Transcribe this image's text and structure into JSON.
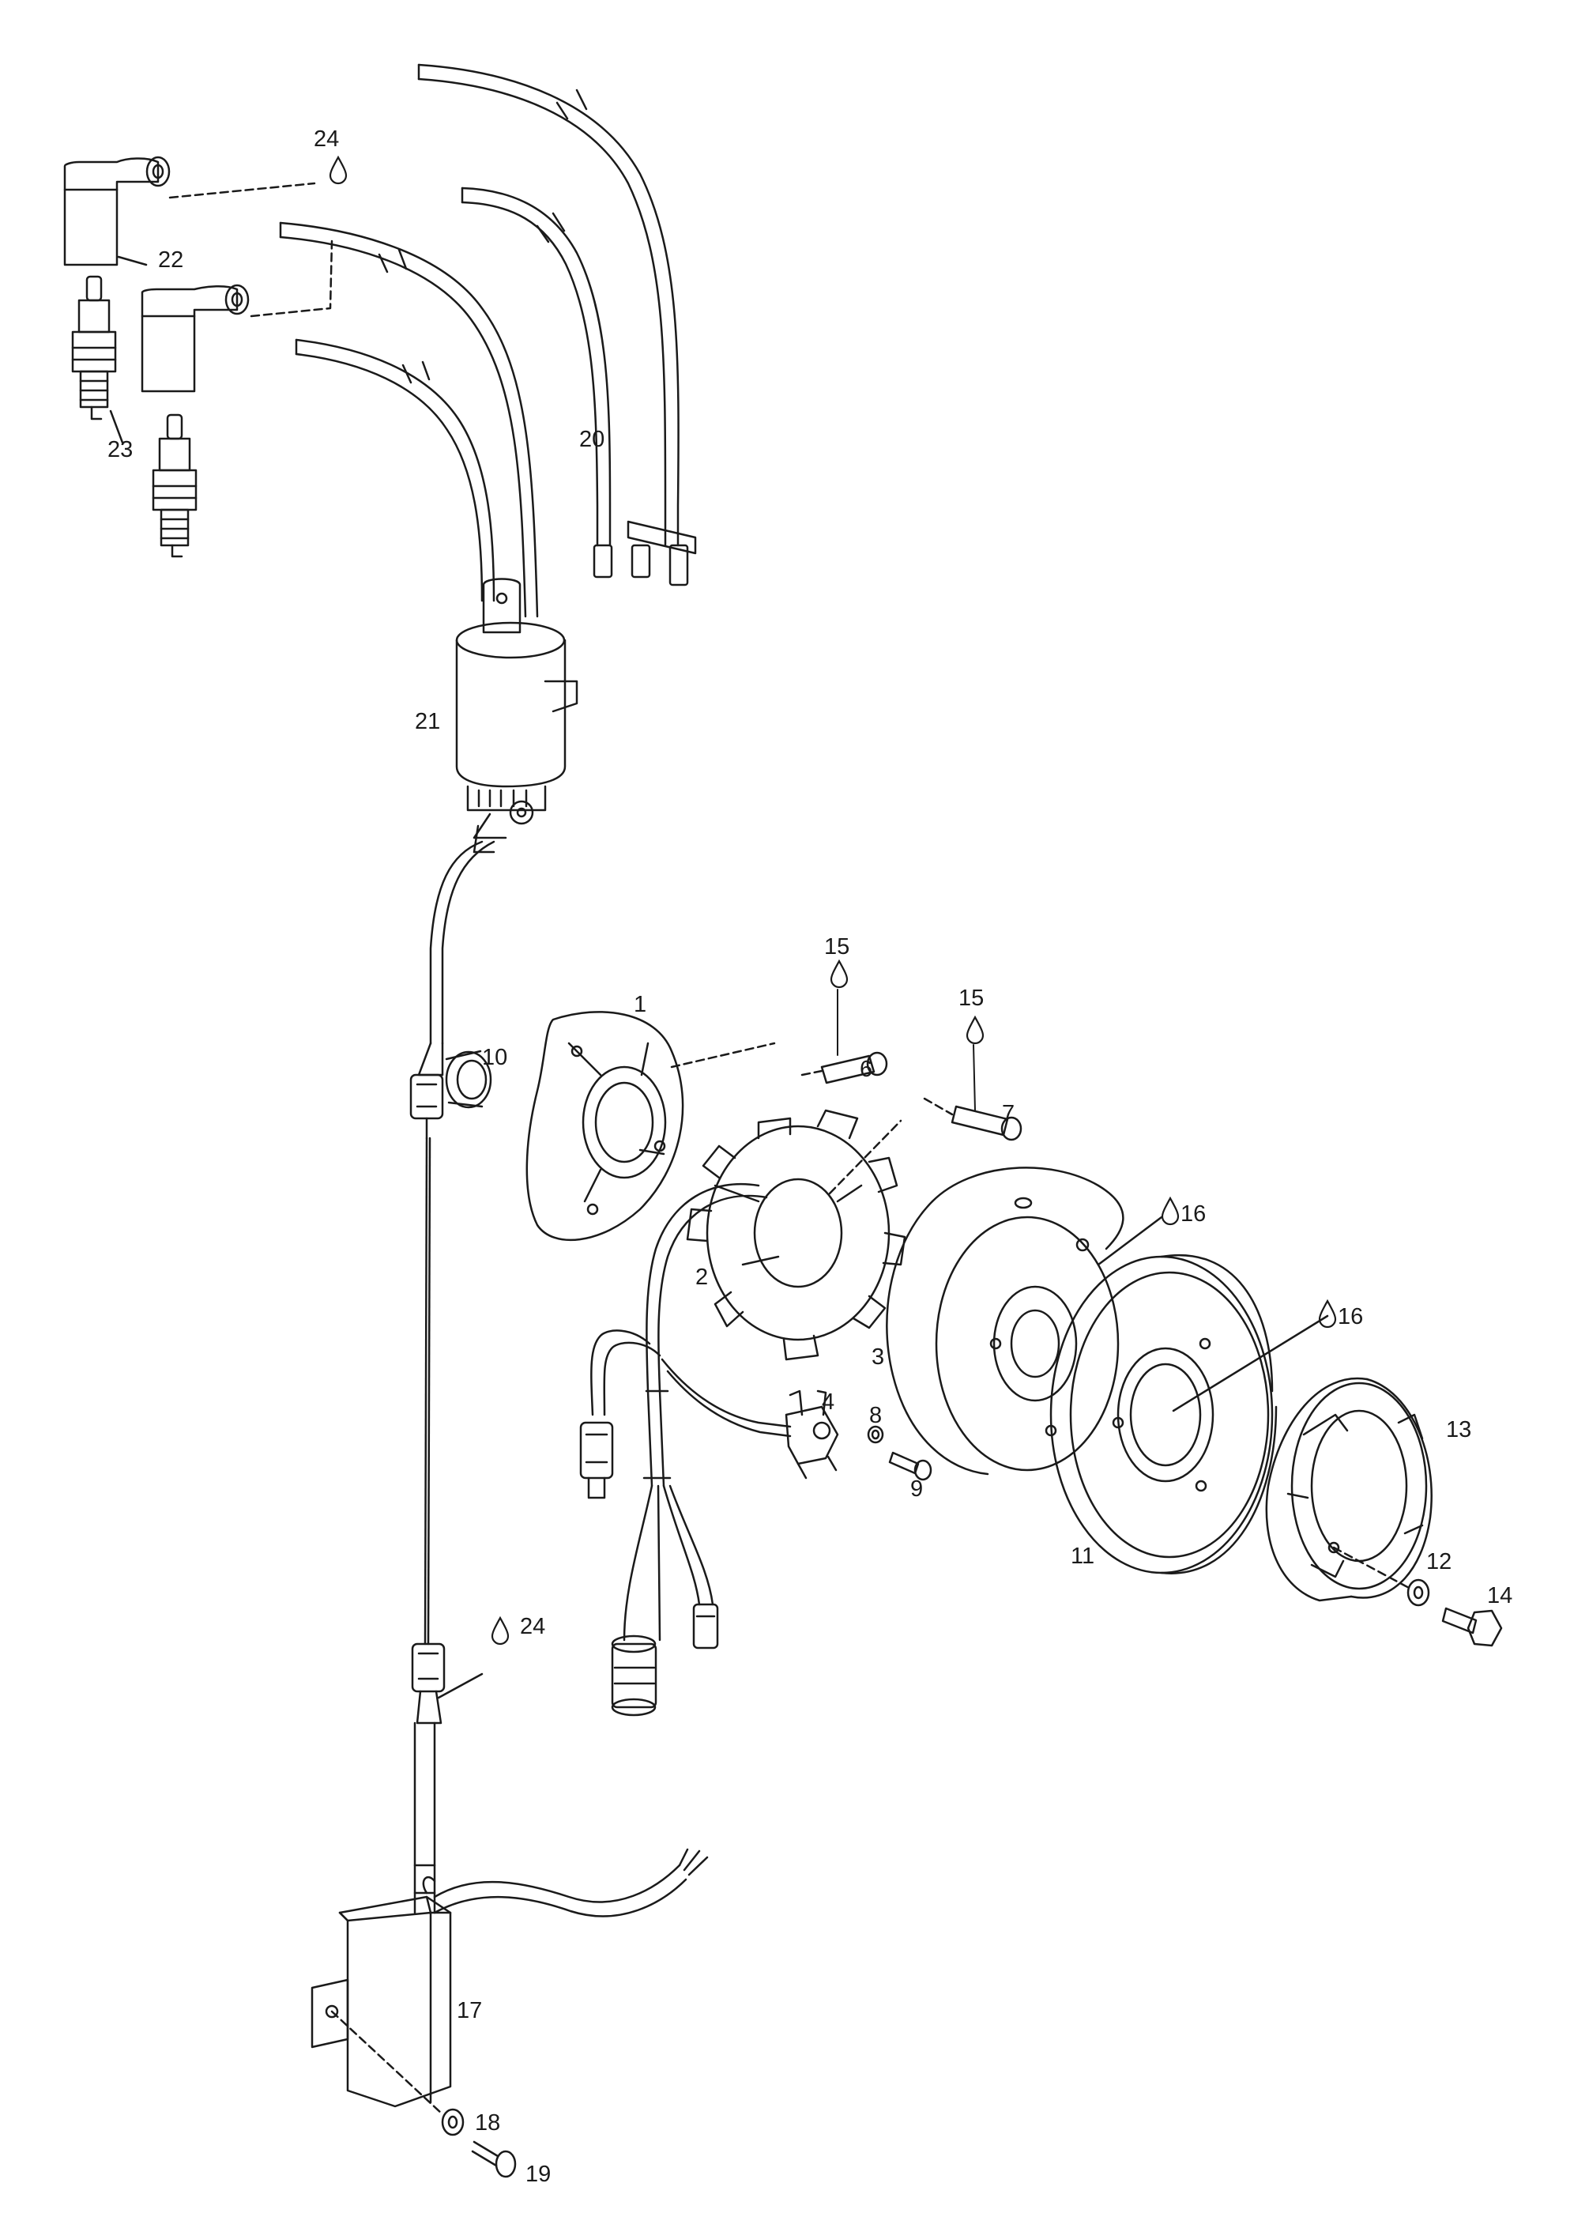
{
  "diagram": {
    "type": "exploded-parts-view",
    "line_color": "#1a1a1a",
    "background": "#ffffff",
    "callouts": [
      {
        "id": "c1",
        "text": "1"
      },
      {
        "id": "c2",
        "text": "2"
      },
      {
        "id": "c3",
        "text": "3"
      },
      {
        "id": "c4",
        "text": "4"
      },
      {
        "id": "c6",
        "text": "6"
      },
      {
        "id": "c7",
        "text": "7"
      },
      {
        "id": "c8",
        "text": "8"
      },
      {
        "id": "c9",
        "text": "9"
      },
      {
        "id": "c10",
        "text": "10"
      },
      {
        "id": "c11",
        "text": "11"
      },
      {
        "id": "c12",
        "text": "12"
      },
      {
        "id": "c13",
        "text": "13"
      },
      {
        "id": "c14",
        "text": "14"
      },
      {
        "id": "c15a",
        "text": "15"
      },
      {
        "id": "c15b",
        "text": "15"
      },
      {
        "id": "c16a",
        "text": "16"
      },
      {
        "id": "c16b",
        "text": "16"
      },
      {
        "id": "c17",
        "text": "17"
      },
      {
        "id": "c18",
        "text": "18"
      },
      {
        "id": "c19",
        "text": "19"
      },
      {
        "id": "c20",
        "text": "20"
      },
      {
        "id": "c21",
        "text": "21"
      },
      {
        "id": "c22",
        "text": "22"
      },
      {
        "id": "c23",
        "text": "23"
      },
      {
        "id": "c24a",
        "text": "24"
      },
      {
        "id": "c24b",
        "text": "24"
      }
    ],
    "icons": [
      "drop-icon"
    ]
  }
}
